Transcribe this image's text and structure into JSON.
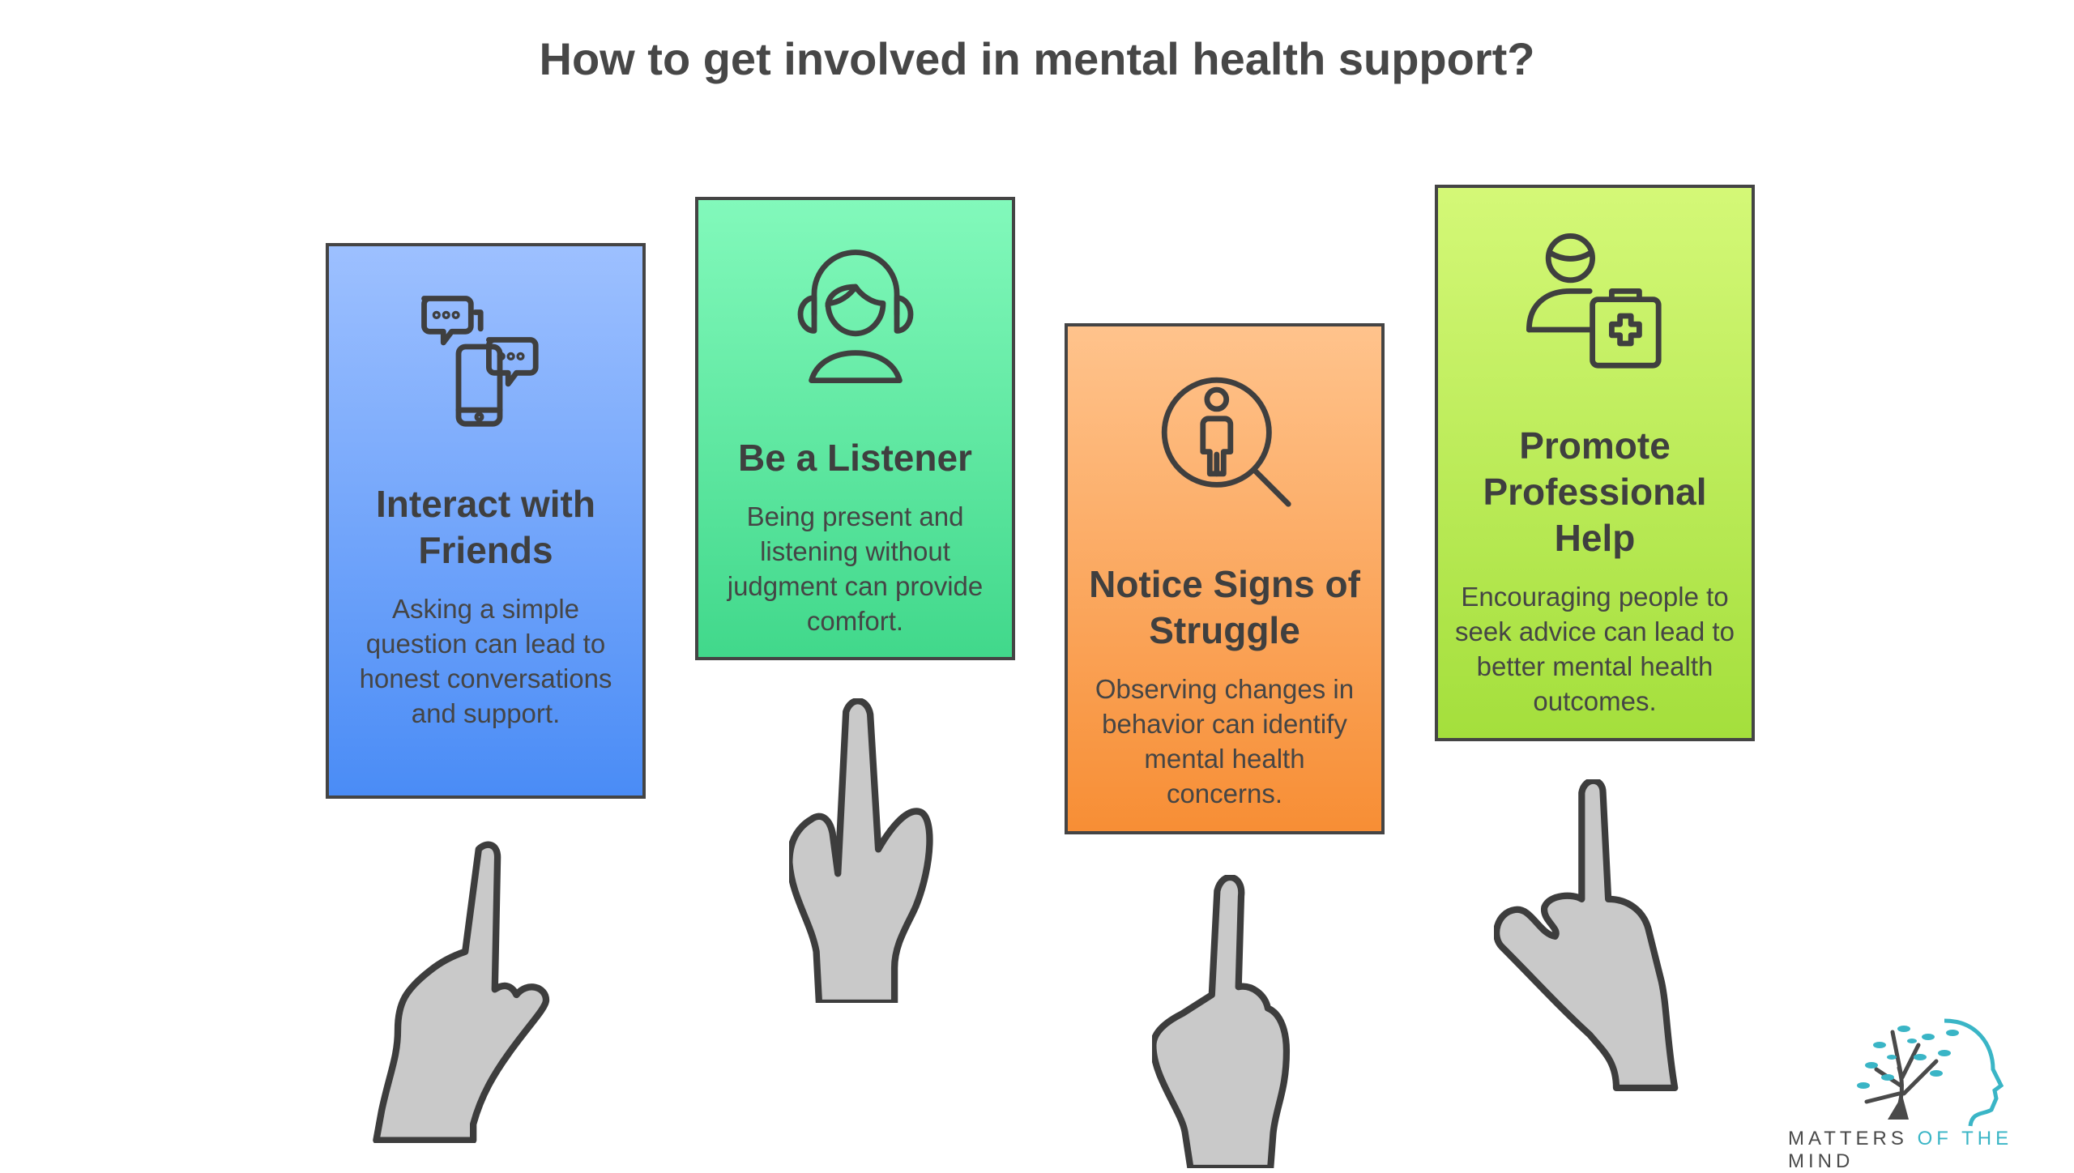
{
  "title": "How to get involved in mental health support?",
  "cards": [
    {
      "icon": "chat-phone-icon",
      "title": "Interact with Friends",
      "body": "Asking a simple question can lead to honest conversations and support.",
      "color": "#4a8cf6"
    },
    {
      "icon": "headphones-listener-icon",
      "title": "Be a Listener",
      "body": "Being present and listening without judgment can provide comfort.",
      "color": "#41d88b"
    },
    {
      "icon": "person-magnifier-icon",
      "title": "Notice Signs of Struggle",
      "body": "Observing changes in behavior can identify mental health concerns.",
      "color": "#f78e35"
    },
    {
      "icon": "person-medical-kit-icon",
      "title": "Promote Professional Help",
      "body": "Encouraging people to seek advice can lead to better mental health outcomes.",
      "color": "#a4df3c"
    }
  ],
  "logo": {
    "part1": "MATTERS ",
    "part2": "OF THE",
    "part3": " MIND",
    "accent": "#3ab5c6"
  }
}
